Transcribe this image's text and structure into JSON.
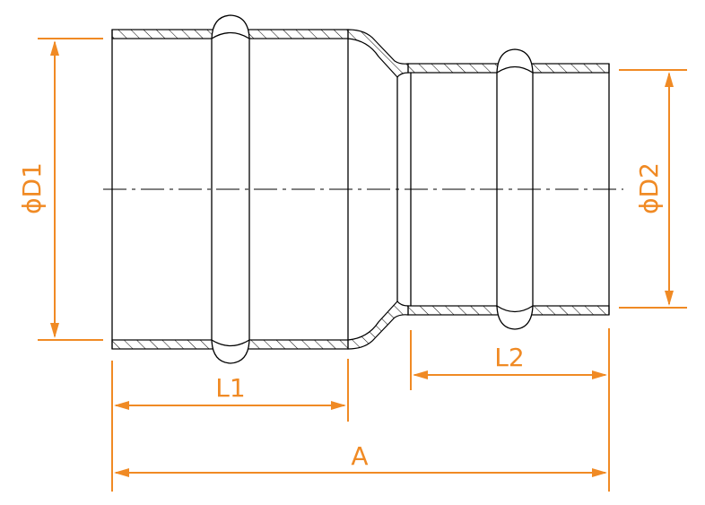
{
  "colors": {
    "outline": "#000000",
    "dimension": "#f08a24",
    "background": "#ffffff"
  },
  "labels": {
    "diameter_1": "ϕD1",
    "diameter_2": "ϕD2",
    "length_1": "L1",
    "length_2": "L2",
    "overall_length": "A"
  }
}
